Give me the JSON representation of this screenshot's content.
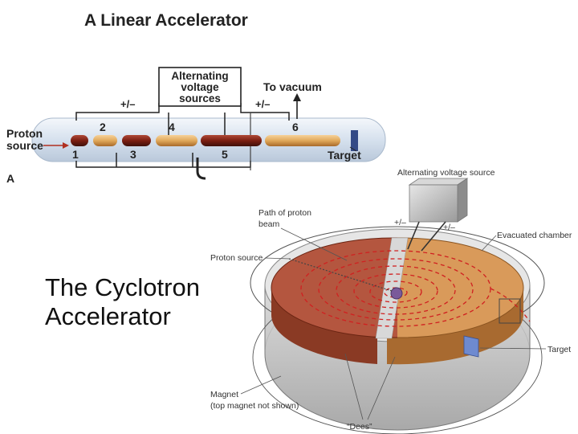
{
  "linac": {
    "title": "A Linear Accelerator",
    "source_label_line1": "Proton",
    "source_label_line2": "source",
    "ac_label_line1": "Alternating",
    "ac_label_line2": "voltage",
    "ac_label_line3": "sources",
    "polarity_left": "+/–",
    "polarity_right": "+/–",
    "vacuum_label": "To vacuum",
    "target_label": "Target",
    "panel_letter": "A",
    "tube_numbers": [
      "1",
      "2",
      "3",
      "4",
      "5",
      "6"
    ]
  },
  "cyclotron": {
    "title_line1": "The Cyclotron",
    "title_line2": "Accelerator",
    "ac_source_label": "Alternating voltage source",
    "path_label_line1": "Path of proton",
    "path_label_line2": "beam",
    "proton_source_label": "Proton source",
    "polarity_left": "+/–",
    "polarity_right": "+/–",
    "chamber_label": "Evacuated chamber",
    "target_label": "Target",
    "magnet_label_line1": "Magnet",
    "magnet_label_line2": "(top magnet not shown)",
    "dees_label": "“Dees”"
  },
  "colors": {
    "tube_light": "#e0a85a",
    "tube_dark": "#7a1e12",
    "pipe": "#d6e1ee",
    "dee_left": "#b4563f",
    "dee_right": "#d99a5a",
    "magnet": "#c9c9c9",
    "beam": "#d02020"
  }
}
